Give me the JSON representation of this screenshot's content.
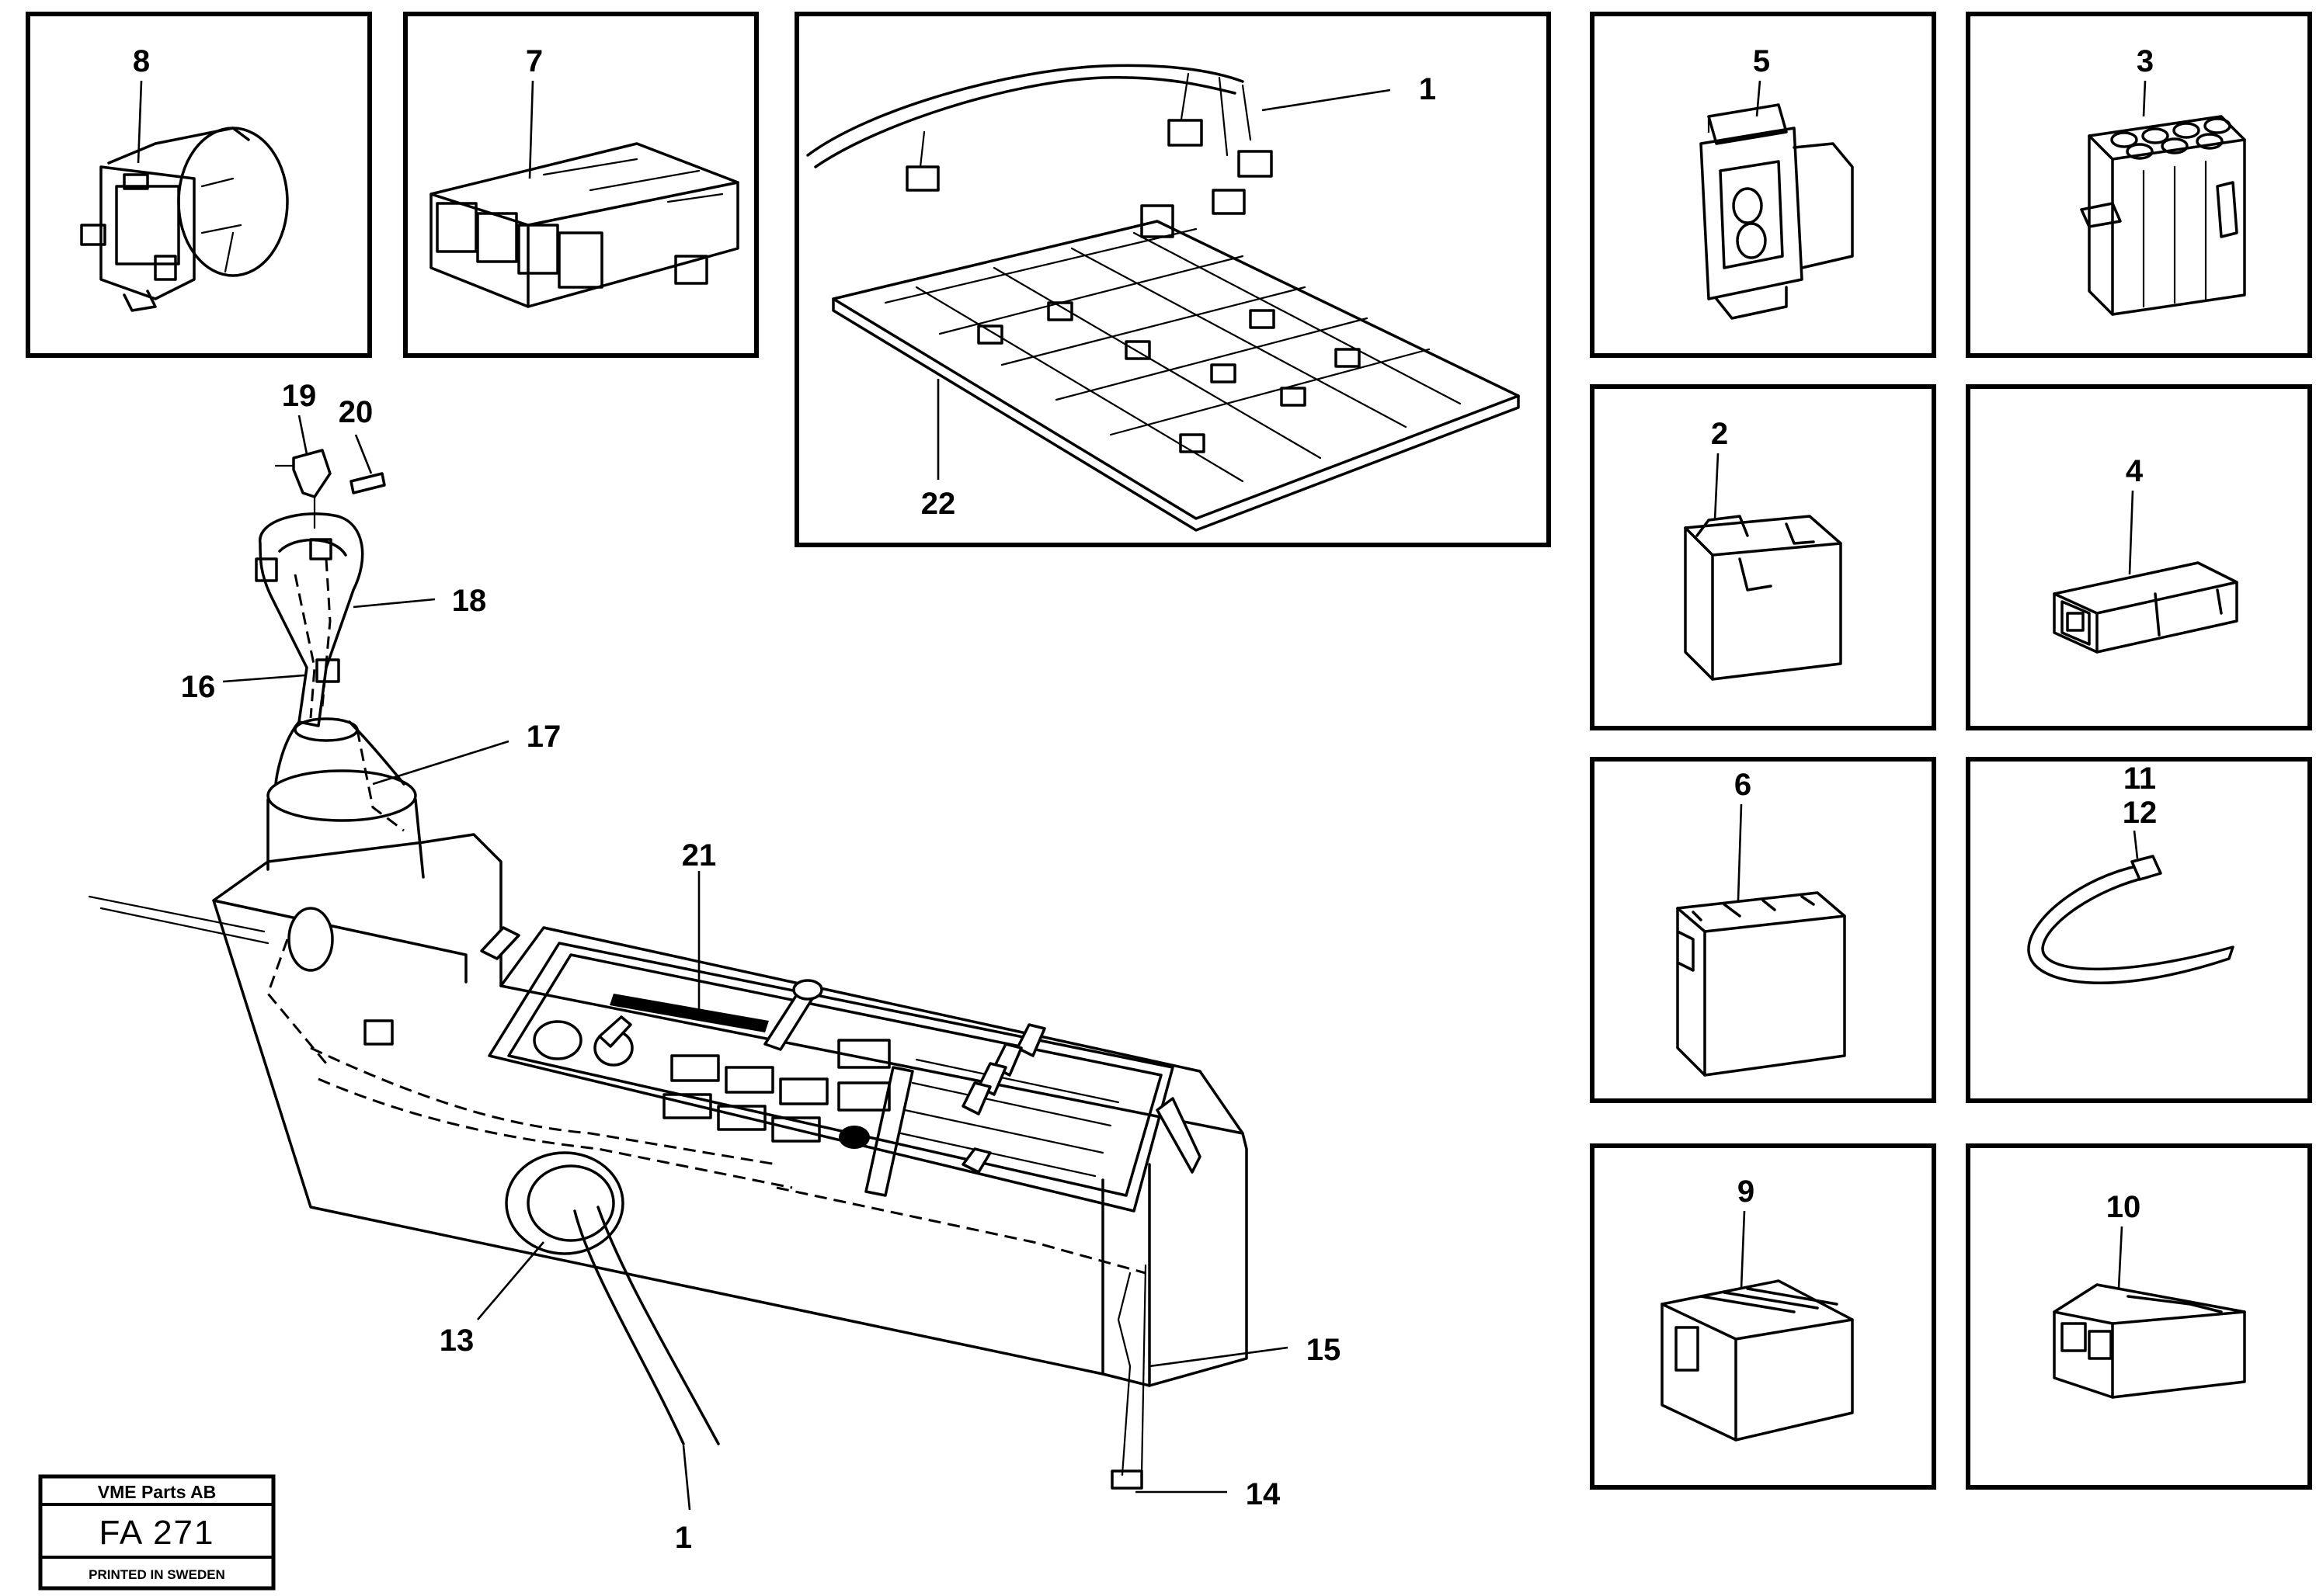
{
  "callouts": {
    "c8": "8",
    "c7": "7",
    "c1_top": "1",
    "c22": "22",
    "c5": "5",
    "c3": "3",
    "c2": "2",
    "c4": "4",
    "c6": "6",
    "c11": "11",
    "c12": "12",
    "c9": "9",
    "c10": "10",
    "c19": "19",
    "c20": "20",
    "c18": "18",
    "c16": "16",
    "c17": "17",
    "c21": "21",
    "c13": "13",
    "c15": "15",
    "c14": "14",
    "c1_bottom": "1"
  },
  "plate": {
    "company": "VME Parts AB",
    "code": "FA 271",
    "printed": "PRINTED IN SWEDEN"
  }
}
